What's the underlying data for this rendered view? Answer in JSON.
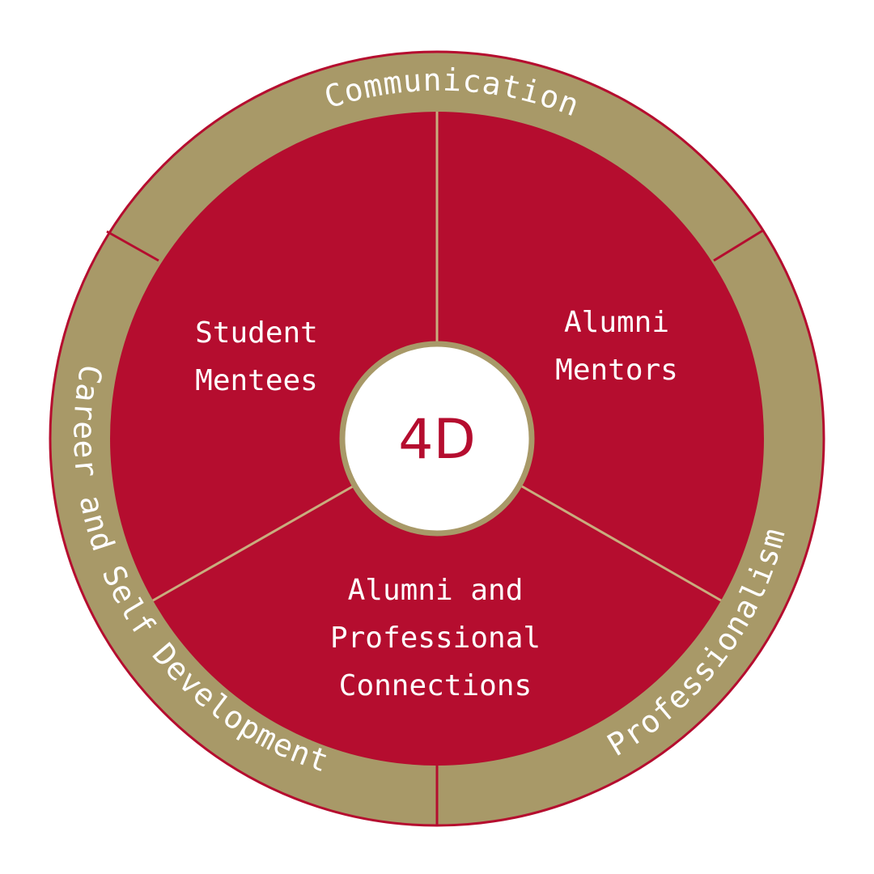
{
  "colors": {
    "background": "#ffffff",
    "ring_gold": "#a89968",
    "segment_red": "#b50d2f",
    "outline_red": "#b50d2f",
    "divider_gold": "#c9ad7e",
    "text_white": "#ffffff",
    "center_fill": "#ffffff",
    "center_text": "#b50d2f"
  },
  "center": {
    "label": "4D"
  },
  "ring_labels": {
    "top": "Communication",
    "left": "Career and Self Development",
    "right": "Professionalism"
  },
  "segments": {
    "student_mentees": {
      "line1": "Student",
      "line2": "Mentees"
    },
    "alumni_mentors": {
      "line1": "Alumni",
      "line2": "Mentors"
    },
    "connections": {
      "line1": "Alumni and",
      "line2": "Professional",
      "line3": "Connections"
    }
  }
}
